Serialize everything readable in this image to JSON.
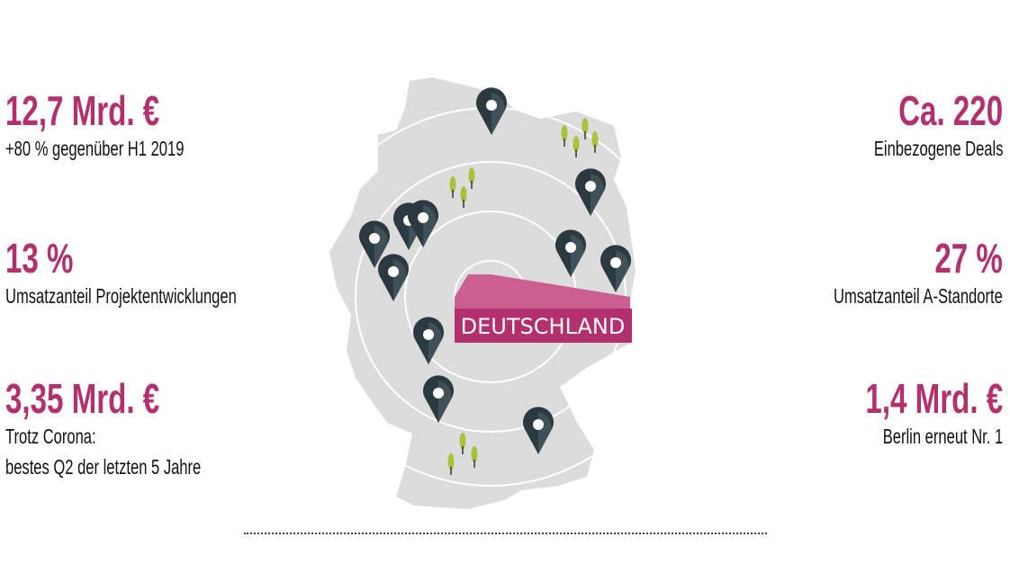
{
  "left_stats": [
    {
      "value": "12,7 Mrd. €",
      "lines": [
        "+80 % gegenüber H1 2019"
      ]
    },
    {
      "value": "13 %",
      "lines": [
        "Umsatzanteil  Projektentwicklungen"
      ]
    },
    {
      "value": "3,35 Mrd. €",
      "lines": [
        "Trotz Corona:",
        "bestes Q2 der letzten 5 Jahre"
      ]
    }
  ],
  "right_stats": [
    {
      "value": "Ca. 220",
      "lines": [
        "Einbezogene Deals"
      ]
    },
    {
      "value": "27 %",
      "lines": [
        "Umsatzanteil A-Standorte"
      ]
    },
    {
      "value": "1,4 Mrd. €",
      "lines": [
        "Berlin erneut Nr. 1"
      ]
    }
  ],
  "map": {
    "label": "DEUTSCHLAND",
    "accent": "#b3306f",
    "map_color": "#dcdcdc",
    "pin_color": "#2b3a40",
    "tree_color": "#a6c43a"
  }
}
